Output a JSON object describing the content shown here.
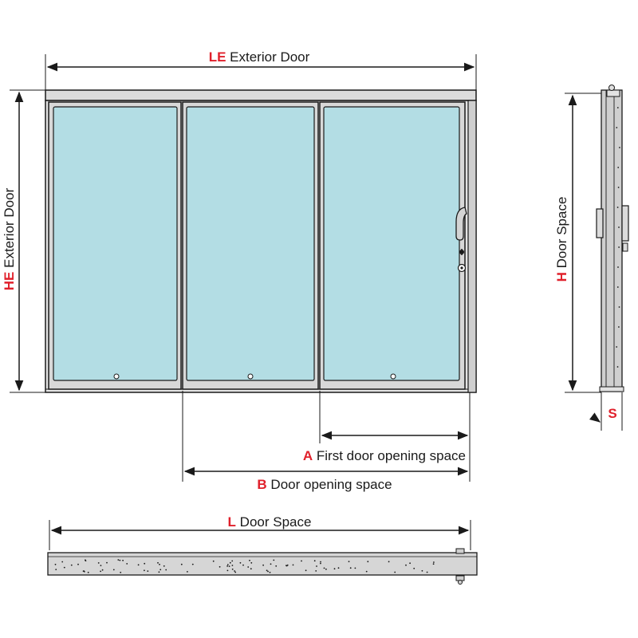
{
  "labels": {
    "le": {
      "code": "LE",
      "text": "Exterior Door"
    },
    "he": {
      "code": "HE",
      "text": "Exterior Door"
    },
    "a": {
      "code": "A",
      "text": "First door opening space"
    },
    "b": {
      "code": "B",
      "text": "Door opening space"
    },
    "l": {
      "code": "L",
      "text": "Door Space"
    },
    "h": {
      "code": "H",
      "text": "Door Space"
    },
    "s": {
      "code": "S"
    }
  },
  "colors": {
    "accent": "#e0202b",
    "glass": "#b3dde4",
    "frame": "#dcdcdc",
    "profile": "#c8c8c8",
    "line": "#1a1a1a"
  }
}
